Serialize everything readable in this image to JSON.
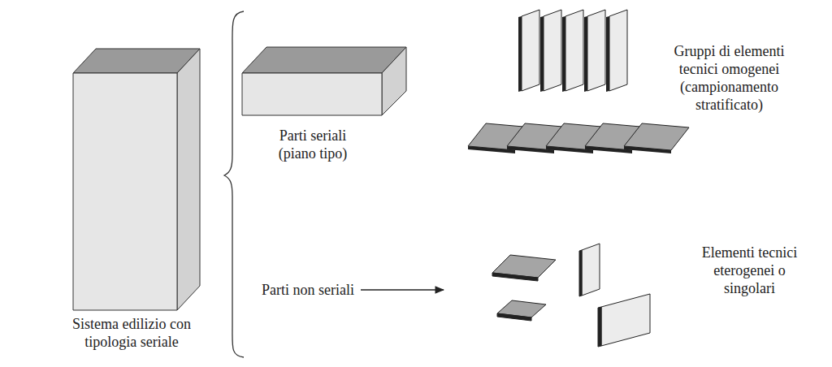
{
  "diagram": {
    "nodes": [
      {
        "text": [
          "Sistema edilizio con tipologia seriale"
        ]
      },
      {
        "text": [
          "Parti seriali (piano tipo)"
        ]
      },
      {
        "text": [
          "Gruppi di elementi tecnici omogenei (campionamento stratificato)"
        ]
      },
      {
        "text": [
          "Elementi tecnici eterogenei o singolari"
        ]
      }
    ],
    "labels": [
      "Parti non seriali"
    ]
  }
}
